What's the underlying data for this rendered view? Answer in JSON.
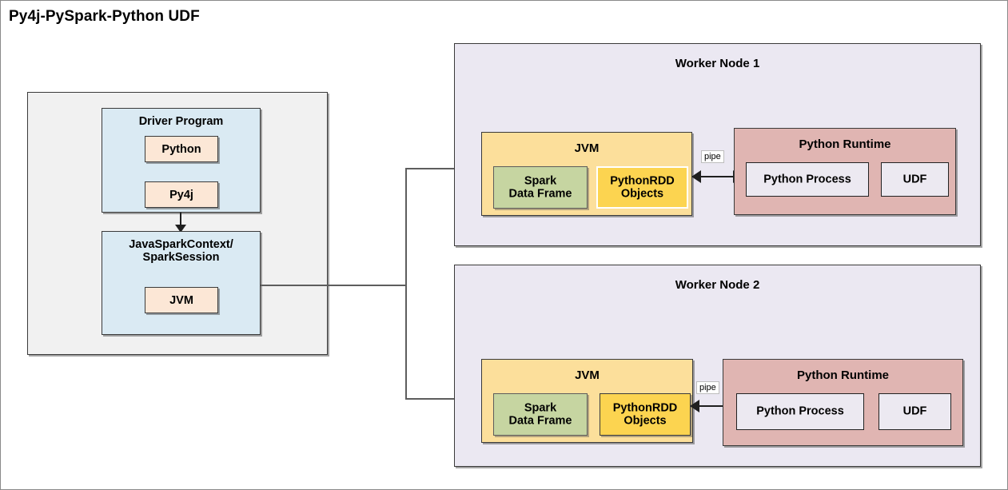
{
  "title": "Py4j-PySpark-Python UDF",
  "driver": {
    "program_label": "Driver Program",
    "python_label": "Python",
    "py4j_label": "Py4j",
    "context_label": "JavaSparkContext/\nSparkSession",
    "jvm_label": "JVM"
  },
  "workers": [
    {
      "title": "Worker Node 1",
      "jvm_label": "JVM",
      "spark_dataframe_label": "Spark\nData Frame",
      "pythonrdd_label": "PythonRDD\nObjects",
      "pipe_label": "pipe",
      "python_runtime_label": "Python Runtime",
      "python_process_label": "Python Process",
      "udf_label": "UDF"
    },
    {
      "title": "Worker Node 2",
      "jvm_label": "JVM",
      "spark_dataframe_label": "Spark\nData Frame",
      "pythonrdd_label": "PythonRDD\nObjects",
      "pipe_label": "pipe",
      "python_runtime_label": "Python Runtime",
      "python_process_label": "Python Process",
      "udf_label": "UDF"
    }
  ],
  "colors": {
    "canvas": "#ffffff",
    "driver_outer": "#f1f1f1",
    "driver_blue": "#daeaf3",
    "peach": "#fce7d6",
    "worker_lavender": "#ebe8f2",
    "jvm_yellow": "#fcdf9b",
    "rdd_yellow": "#fcd450",
    "spark_green": "#c6d5a1",
    "python_runtime_rose": "#e0b5b2",
    "pale_inner": "#ece9f1",
    "connector_gray": "#5d5d5d",
    "arrow_black": "#1f1f1f"
  }
}
